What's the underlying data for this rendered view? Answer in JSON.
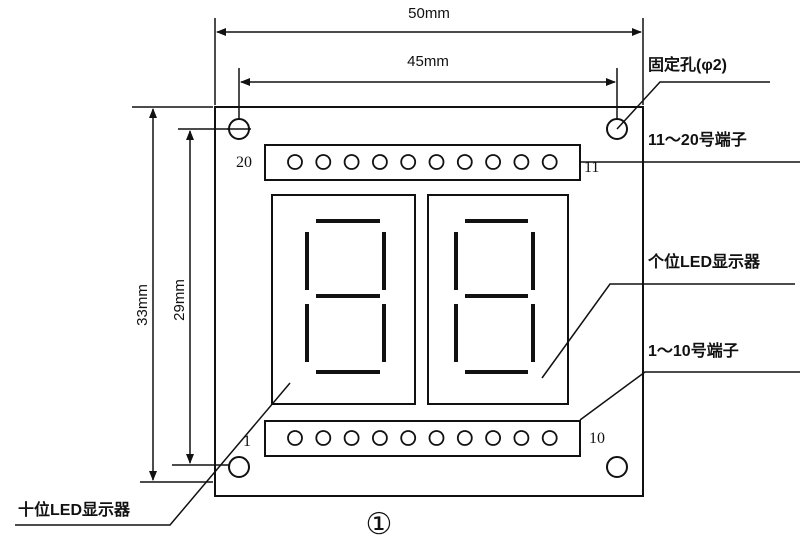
{
  "dimensions": {
    "outer_width": "50mm",
    "hole_spacing": "45mm",
    "outer_height": "33mm",
    "hole_height": "29mm"
  },
  "callouts": {
    "mounting_hole": "固定孔(φ2)",
    "terminals_11_20": "11～20号端子",
    "ones_led": "个位LED显示器",
    "terminals_1_10": "1～10号端子",
    "tens_led": "十位LED显示器"
  },
  "pin_numbers": {
    "top_left": "20",
    "top_right": "11",
    "bottom_left": "1",
    "bottom_right": "10"
  },
  "figure_label": "①",
  "header_pins": {
    "top_count": 10,
    "bottom_count": 10
  },
  "colors": {
    "ink": "#111111",
    "background": "#ffffff"
  }
}
